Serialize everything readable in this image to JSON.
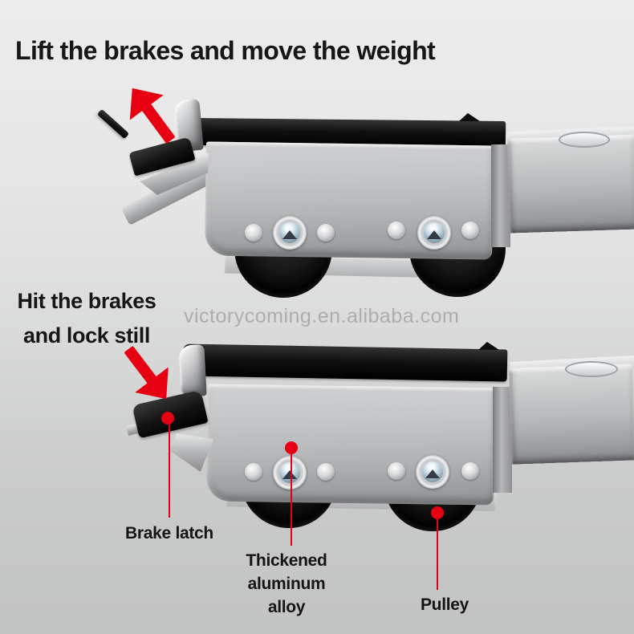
{
  "page": {
    "background_top": "#ececec",
    "background_bottom": "#c2c3c3",
    "accent_red": "#e60012",
    "text_color": "#161616",
    "watermark_color": "#8f8f8f",
    "metal_color": "#b6b8ba",
    "rubber_color": "#111111"
  },
  "captions": {
    "top_title": "Lift the brakes and move the weight",
    "left_line1": "Hit the brakes",
    "left_line2": "and lock still"
  },
  "watermark": {
    "text": "victorycoming.en.alibaba.com"
  },
  "product": {
    "upper_unit": {
      "state": "brake latch lifted - rollers free to move"
    },
    "lower_unit": {
      "state": "brake latch pressed down - locked still"
    }
  },
  "callouts": {
    "brake_latch": {
      "label": "Brake latch"
    },
    "aluminum_alloy": {
      "line1": "Thickened",
      "line2": "aluminum",
      "line3": "alloy"
    },
    "pulley": {
      "label": "Pulley"
    }
  },
  "icons": {
    "arrow_up": "arrow-up-left-icon",
    "arrow_down": "arrow-down-right-icon",
    "marker": "red-dot-marker"
  }
}
